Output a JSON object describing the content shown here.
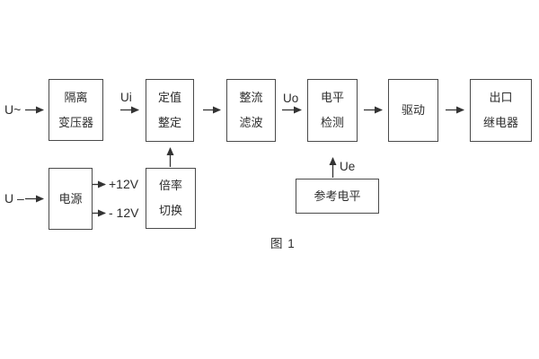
{
  "diagram": {
    "caption": "图 1",
    "colors": {
      "line": "#333333",
      "border": "#4a4a4a",
      "text": "#2d2d2d",
      "background": "#ffffff"
    },
    "blocks": [
      {
        "id": "isolation-transformer",
        "lines": [
          "隔离",
          "变压器"
        ]
      },
      {
        "id": "value-setting",
        "lines": [
          "定值",
          "整定"
        ]
      },
      {
        "id": "rectify-filter",
        "lines": [
          "整流",
          "滤波"
        ]
      },
      {
        "id": "level-detect",
        "lines": [
          "电平",
          "检测"
        ]
      },
      {
        "id": "drive",
        "lines": [
          "驱动"
        ]
      },
      {
        "id": "output-relay",
        "lines": [
          "出口",
          "继电器"
        ]
      },
      {
        "id": "power-supply",
        "lines": [
          "电源"
        ]
      },
      {
        "id": "ratio-switch",
        "lines": [
          "倍率",
          "切换"
        ]
      },
      {
        "id": "reference-level",
        "lines": [
          "参考电平"
        ]
      }
    ],
    "labels": {
      "input_ac": "U~",
      "input_dc": "U –",
      "ui": "Ui",
      "uo": "Uo",
      "ue": "Ue",
      "plus_12v": "+12V",
      "minus_12v": "- 12V"
    }
  }
}
